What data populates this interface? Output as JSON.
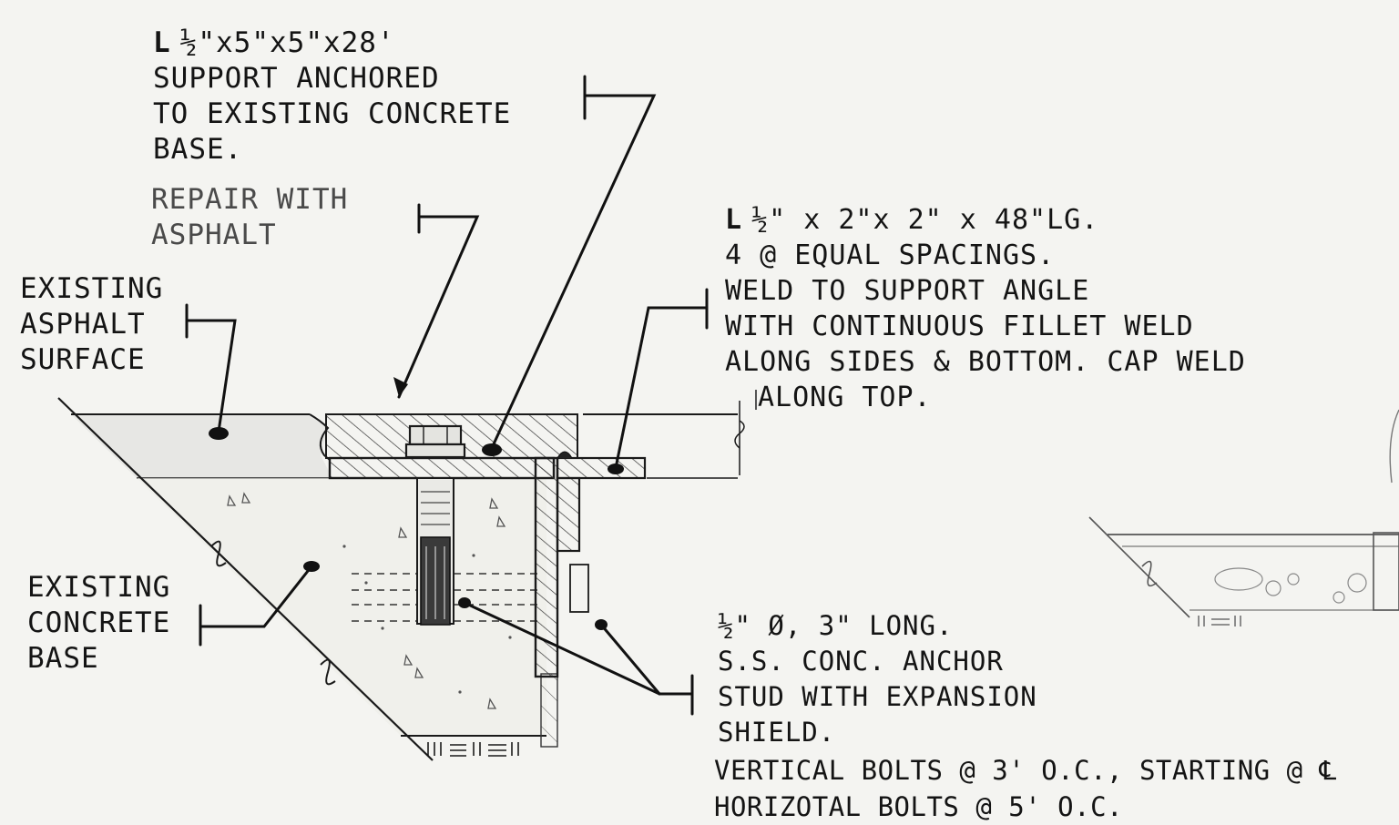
{
  "notes": {
    "support_angle": {
      "symbol": "L",
      "size": "½\"x5\"x5\"x28'",
      "lines": [
        "SUPPORT ANCHORED",
        "TO EXISTING CONCRETE",
        "BASE."
      ]
    },
    "repair": {
      "lines": [
        "REPAIR WITH",
        "ASPHALT"
      ]
    },
    "asphalt_surface": {
      "lines": [
        "EXISTING",
        "ASPHALT",
        "SURFACE"
      ]
    },
    "small_angle": {
      "symbol": "L",
      "size": "½\" x 2\"x 2\" x 48\"LG.",
      "lines": [
        "4 @ EQUAL SPACINGS.",
        "WELD TO SUPPORT ANGLE",
        "WITH CONTINUOUS FILLET WELD",
        "ALONG SIDES & BOTTOM.  CAP WELD",
        "ALONG TOP."
      ]
    },
    "concrete_base": {
      "lines": [
        "EXISTING",
        "CONCRETE",
        "BASE"
      ]
    },
    "anchor": {
      "lines": [
        "½\" Ø, 3\" LONG.",
        "S.S. CONC. ANCHOR",
        "STUD WITH EXPANSION",
        "SHIELD."
      ]
    },
    "bolts": {
      "vertical": "VERTICAL BOLTS @ 3' O.C., STARTING @ ℄",
      "horizontal": "HORIZOTAL BOLTS @ 5' O.C."
    }
  },
  "colors": {
    "ink": "#161616",
    "paper": "#f4f4f1",
    "faint_ink": "#4a4a4a"
  }
}
